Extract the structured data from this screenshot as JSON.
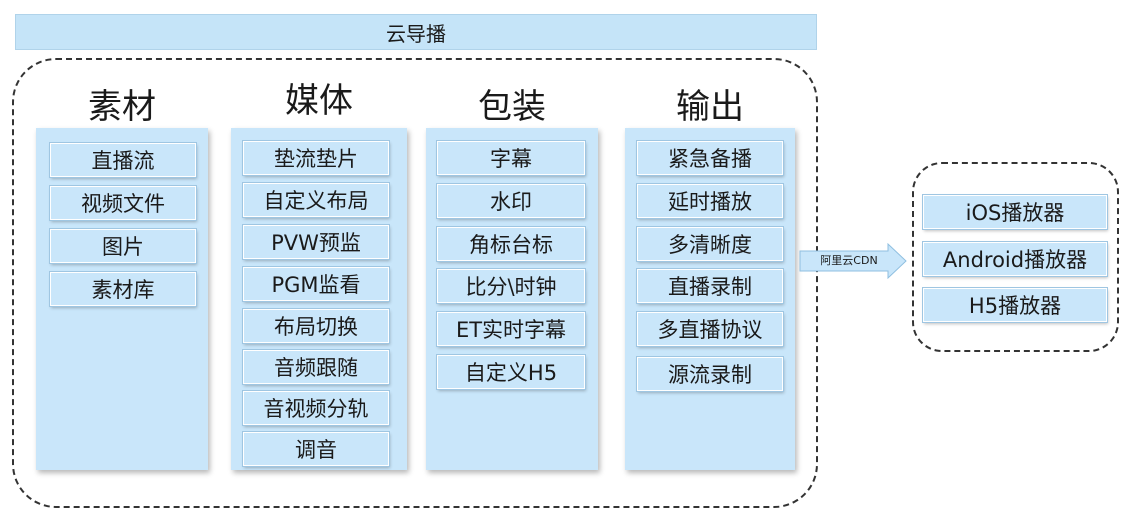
{
  "title": "云导播",
  "columns": [
    {
      "header": "素材",
      "items": [
        "直播流",
        "视频文件",
        "图片",
        "素材库"
      ]
    },
    {
      "header": "媒体",
      "items": [
        "垫流垫片",
        "自定义布局",
        "PVW预监",
        "PGM监看",
        "布局切换",
        "音频跟随",
        "音视频分轨",
        "调音"
      ]
    },
    {
      "header": "包装",
      "items": [
        "字幕",
        "水印",
        "角标台标",
        "比分\\时钟",
        "ET实时字幕",
        "自定义H5"
      ]
    },
    {
      "header": "输出",
      "items": [
        "紧急备播",
        "延时播放",
        "多清晰度",
        "直播录制",
        "多直播协议",
        "源流录制"
      ]
    }
  ],
  "arrow_label": "阿里云CDN",
  "players": [
    "iOS播放器",
    "Android播放器",
    "H5播放器"
  ],
  "colors": {
    "box_fill": "#c9e6fa",
    "title_fill": "#c5e4f8",
    "border_dash": "#333333"
  }
}
